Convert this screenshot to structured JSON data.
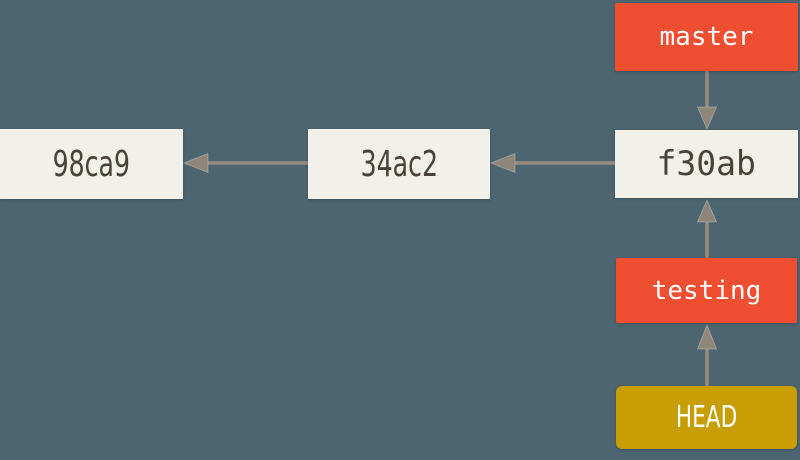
{
  "diagram_type": "git-commit-branch-graph",
  "colors": {
    "background": "#4d6570",
    "commit_box": "#f1f0e9",
    "commit_text": "#4a4239",
    "branch_box": "#f04e31",
    "head_box": "#c89e04",
    "pointer_text": "#ffffff",
    "arrow": "#978b7f"
  },
  "commits": [
    {
      "id": "98ca9"
    },
    {
      "id": "34ac2"
    },
    {
      "id": "f30ab"
    }
  ],
  "refs": {
    "master": {
      "label": "master",
      "points_to": "f30ab"
    },
    "testing": {
      "label": "testing",
      "points_to": "f30ab"
    },
    "head": {
      "label": "HEAD",
      "points_to": "testing"
    }
  },
  "arrows": [
    {
      "name": "arrow-34ac2-to-98ca9",
      "from": "34ac2",
      "to": "98ca9",
      "direction": "left"
    },
    {
      "name": "arrow-f30ab-to-34ac2",
      "from": "f30ab",
      "to": "34ac2",
      "direction": "left"
    },
    {
      "name": "arrow-master-to-f30ab",
      "from": "master",
      "to": "f30ab",
      "direction": "down"
    },
    {
      "name": "arrow-testing-to-f30ab",
      "from": "testing",
      "to": "f30ab",
      "direction": "up"
    },
    {
      "name": "arrow-head-to-testing",
      "from": "HEAD",
      "to": "testing",
      "direction": "up"
    }
  ]
}
